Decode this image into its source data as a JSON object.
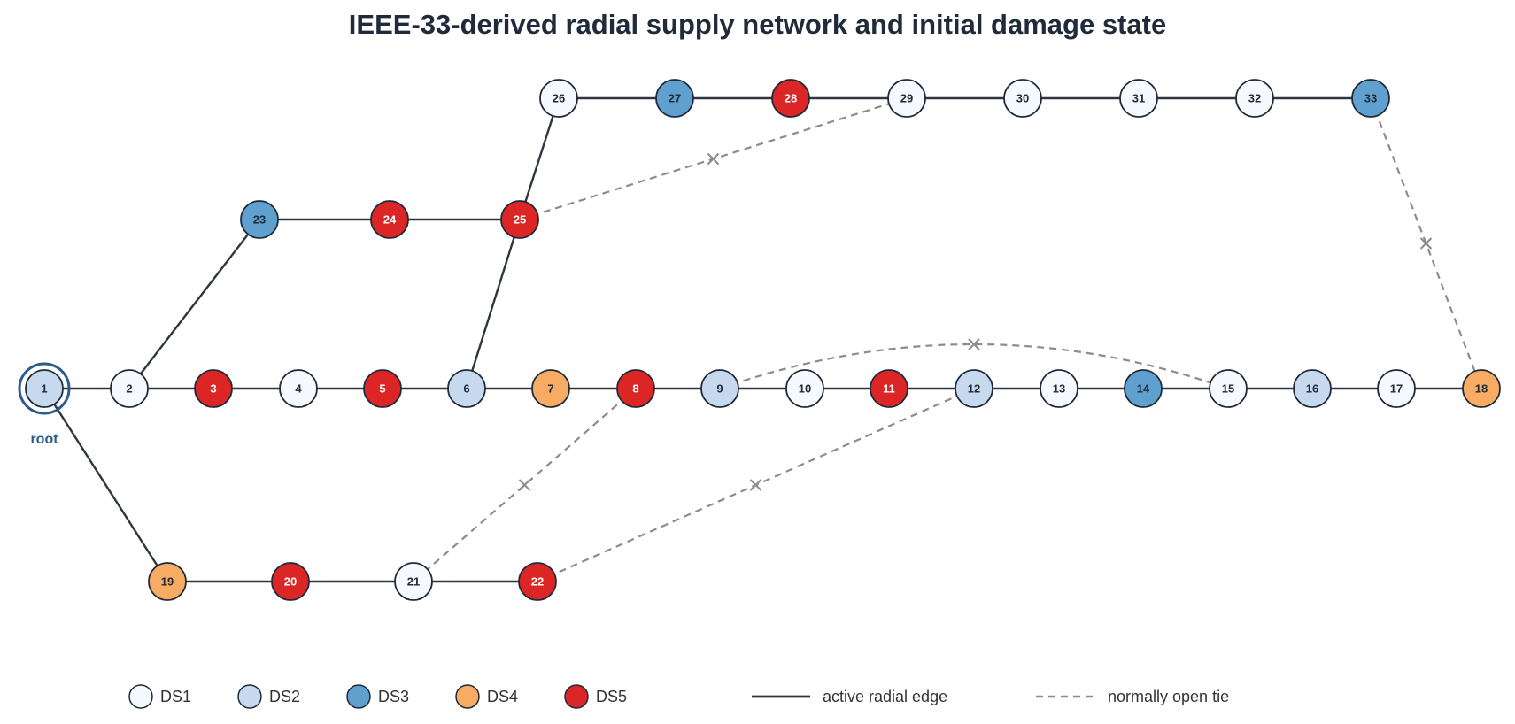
{
  "title": "IEEE-33-derived radial supply network and initial damage state",
  "root_label": "root",
  "colors": {
    "DS1": "#f6f9fd",
    "DS2": "#c6d9ee",
    "DS3": "#5fa0cf",
    "DS4": "#f8ac63",
    "DS5": "#dc2626",
    "edge": "#2f3640",
    "tie": "#8c8c8c",
    "root_ring": "#2b5c8a"
  },
  "nodes": [
    {
      "id": "1",
      "ds": "DS2",
      "root": true
    },
    {
      "id": "2",
      "ds": "DS1"
    },
    {
      "id": "3",
      "ds": "DS5"
    },
    {
      "id": "4",
      "ds": "DS1"
    },
    {
      "id": "5",
      "ds": "DS5"
    },
    {
      "id": "6",
      "ds": "DS2"
    },
    {
      "id": "7",
      "ds": "DS4"
    },
    {
      "id": "8",
      "ds": "DS5"
    },
    {
      "id": "9",
      "ds": "DS2"
    },
    {
      "id": "10",
      "ds": "DS1"
    },
    {
      "id": "11",
      "ds": "DS5"
    },
    {
      "id": "12",
      "ds": "DS2"
    },
    {
      "id": "13",
      "ds": "DS1"
    },
    {
      "id": "14",
      "ds": "DS3"
    },
    {
      "id": "15",
      "ds": "DS1"
    },
    {
      "id": "16",
      "ds": "DS2"
    },
    {
      "id": "17",
      "ds": "DS1"
    },
    {
      "id": "18",
      "ds": "DS4"
    },
    {
      "id": "19",
      "ds": "DS4"
    },
    {
      "id": "20",
      "ds": "DS5"
    },
    {
      "id": "21",
      "ds": "DS1"
    },
    {
      "id": "22",
      "ds": "DS5"
    },
    {
      "id": "23",
      "ds": "DS3"
    },
    {
      "id": "24",
      "ds": "DS5"
    },
    {
      "id": "25",
      "ds": "DS5"
    },
    {
      "id": "26",
      "ds": "DS1"
    },
    {
      "id": "27",
      "ds": "DS3"
    },
    {
      "id": "28",
      "ds": "DS5"
    },
    {
      "id": "29",
      "ds": "DS1"
    },
    {
      "id": "30",
      "ds": "DS1"
    },
    {
      "id": "31",
      "ds": "DS1"
    },
    {
      "id": "32",
      "ds": "DS1"
    },
    {
      "id": "33",
      "ds": "DS3"
    }
  ],
  "radial_edges": [
    [
      "1",
      "2"
    ],
    [
      "2",
      "3"
    ],
    [
      "3",
      "4"
    ],
    [
      "4",
      "5"
    ],
    [
      "5",
      "6"
    ],
    [
      "6",
      "7"
    ],
    [
      "7",
      "8"
    ],
    [
      "8",
      "9"
    ],
    [
      "9",
      "10"
    ],
    [
      "10",
      "11"
    ],
    [
      "11",
      "12"
    ],
    [
      "12",
      "13"
    ],
    [
      "13",
      "14"
    ],
    [
      "14",
      "15"
    ],
    [
      "15",
      "16"
    ],
    [
      "16",
      "17"
    ],
    [
      "17",
      "18"
    ],
    [
      "1",
      "19"
    ],
    [
      "19",
      "20"
    ],
    [
      "20",
      "21"
    ],
    [
      "21",
      "22"
    ],
    [
      "2",
      "23"
    ],
    [
      "23",
      "24"
    ],
    [
      "24",
      "25"
    ],
    [
      "6",
      "25"
    ],
    [
      "25",
      "26"
    ],
    [
      "26",
      "27"
    ],
    [
      "27",
      "28"
    ],
    [
      "28",
      "29"
    ],
    [
      "29",
      "30"
    ],
    [
      "30",
      "31"
    ],
    [
      "31",
      "32"
    ],
    [
      "32",
      "33"
    ]
  ],
  "tie_edges": [
    [
      "25",
      "29"
    ],
    [
      "33",
      "18"
    ],
    [
      "9",
      "15"
    ],
    [
      "8",
      "21"
    ],
    [
      "12",
      "22"
    ]
  ],
  "legend": [
    {
      "key": "DS1",
      "label": "DS1"
    },
    {
      "key": "DS2",
      "label": "DS2"
    },
    {
      "key": "DS3",
      "label": "DS3"
    },
    {
      "key": "DS4",
      "label": "DS4"
    },
    {
      "key": "DS5",
      "label": "DS5"
    }
  ],
  "line_legend": {
    "active": "active radial edge",
    "tie": "normally open tie"
  }
}
